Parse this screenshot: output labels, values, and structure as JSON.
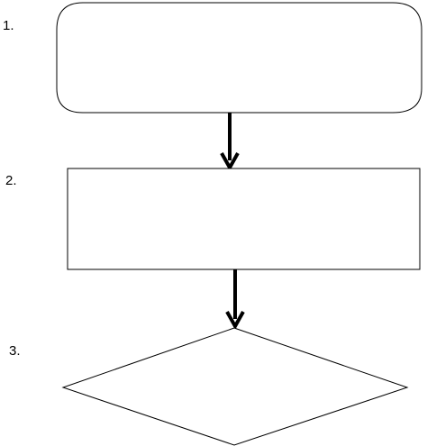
{
  "steps": [
    {
      "number": "1.",
      "shape": "rounded-rectangle"
    },
    {
      "number": "2.",
      "shape": "rectangle"
    },
    {
      "number": "3.",
      "shape": "diamond"
    }
  ],
  "connectors": [
    {
      "from": 1,
      "to": 2,
      "type": "arrow"
    },
    {
      "from": 2,
      "to": 3,
      "type": "arrow"
    }
  ],
  "colors": {
    "stroke": "#000000",
    "fill": "#ffffff",
    "background": "#ffffff"
  }
}
